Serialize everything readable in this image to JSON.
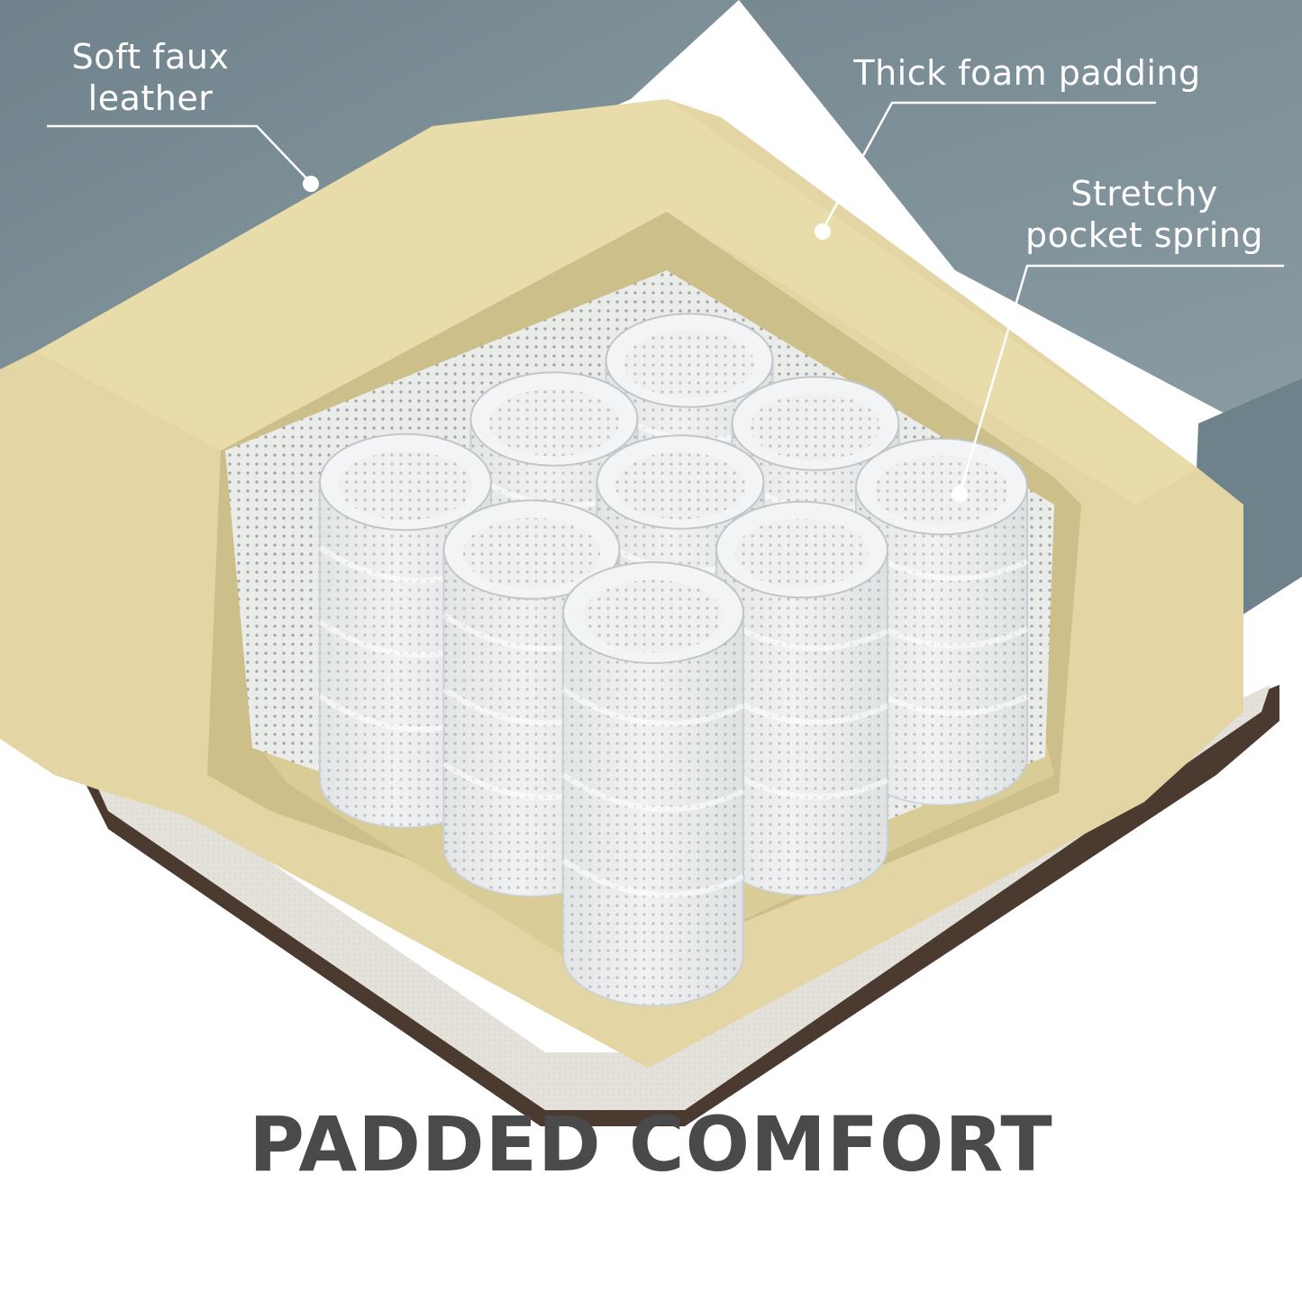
{
  "callouts": {
    "soft_faux_leather": "Soft faux\nleather",
    "thick_foam_padding": "Thick foam padding",
    "stretchy_pocket_spring": "Stretchy\npocket spring"
  },
  "title": "PADDED COMFORT",
  "colors": {
    "leather": "#7d8e96",
    "foam": "#e5d9a8",
    "foam_shadow": "#cbbd85",
    "linen": "#e4e0da",
    "spring_fabric": "#e9ebec",
    "title_text": "#4a4a4a",
    "callout_text": "#ffffff"
  }
}
